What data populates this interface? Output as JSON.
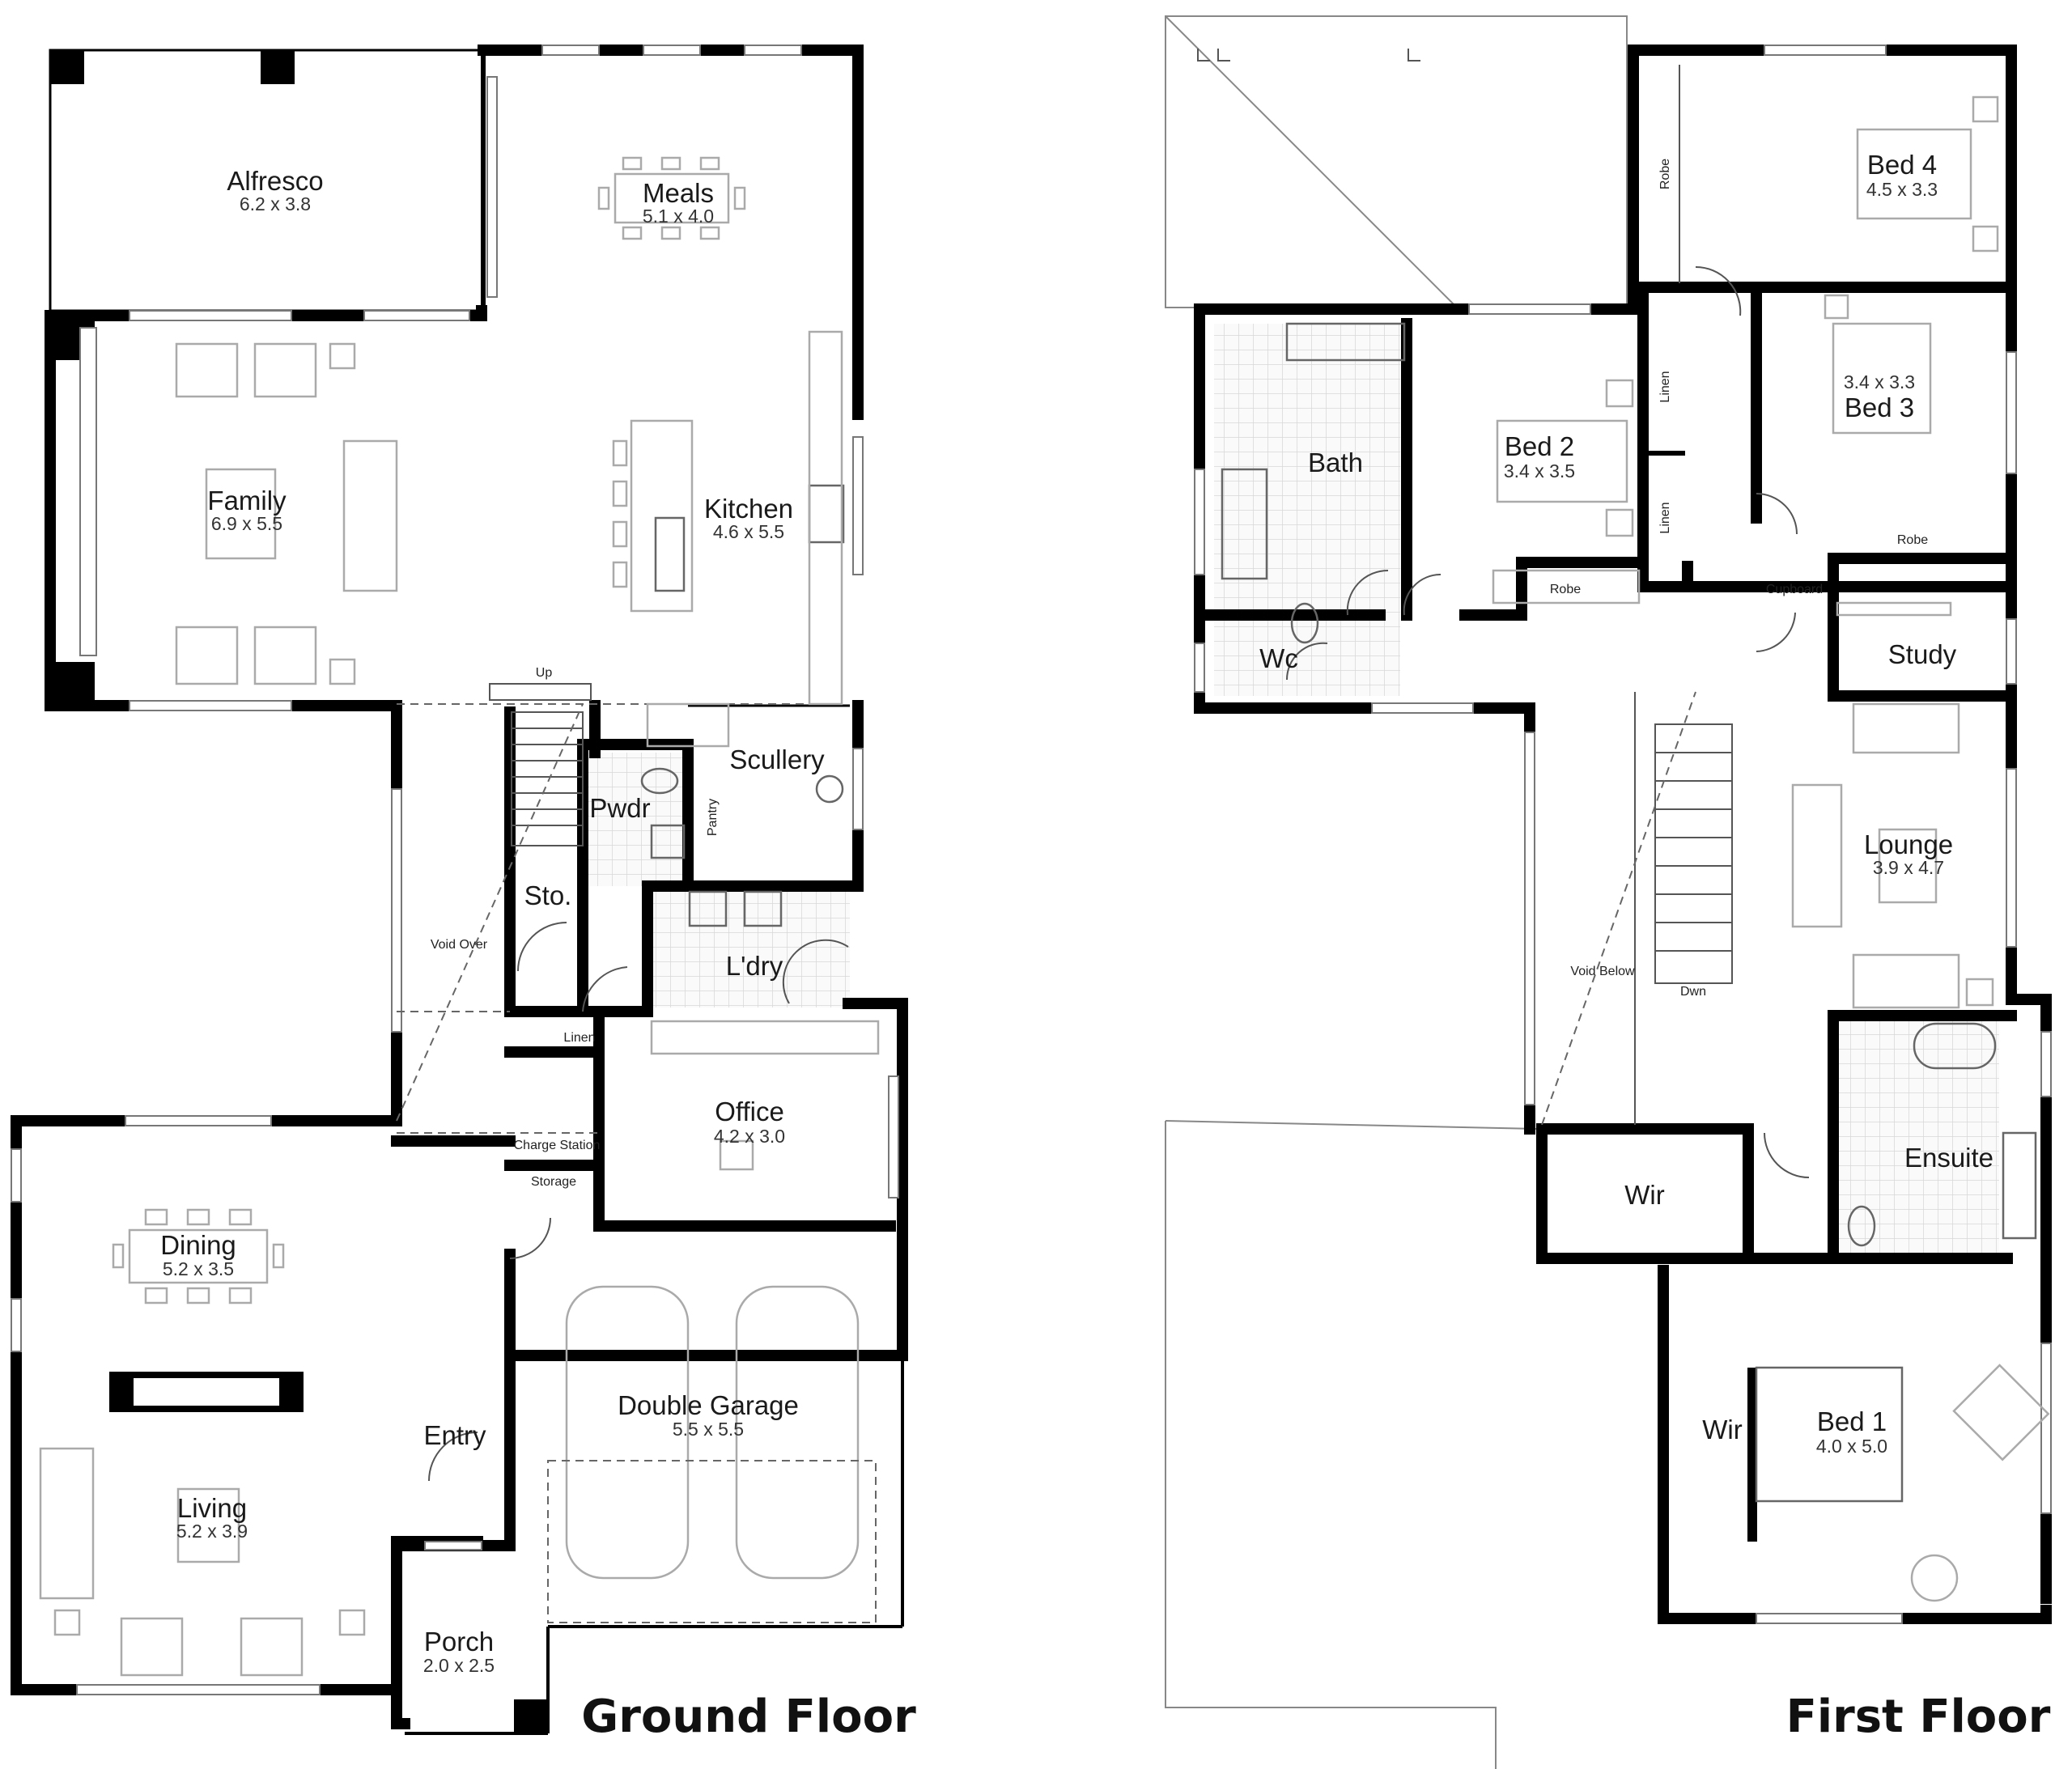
{
  "ground_floor": {
    "title": "Ground Floor",
    "rooms": [
      {
        "id": "alfresco",
        "name": "Alfresco",
        "size": "6.2 x 3.8"
      },
      {
        "id": "meals",
        "name": "Meals",
        "size": "5.1 x 4.0"
      },
      {
        "id": "family",
        "name": "Family",
        "size": "6.9 x 5.5"
      },
      {
        "id": "kitchen",
        "name": "Kitchen",
        "size": "4.6 x 5.5"
      },
      {
        "id": "scullery",
        "name": "Scullery",
        "size": ""
      },
      {
        "id": "pwdr",
        "name": "Pwdr",
        "size": ""
      },
      {
        "id": "sto",
        "name": "Sto.",
        "size": ""
      },
      {
        "id": "ldry",
        "name": "L'dry",
        "size": ""
      },
      {
        "id": "office",
        "name": "Office",
        "size": "4.2 x 3.0"
      },
      {
        "id": "dining",
        "name": "Dining",
        "size": "5.2 x 3.5"
      },
      {
        "id": "living",
        "name": "Living",
        "size": "5.2 x 3.9"
      },
      {
        "id": "entry",
        "name": "Entry",
        "size": ""
      },
      {
        "id": "garage",
        "name": "Double Garage",
        "size": "5.5 x 5.5"
      },
      {
        "id": "porch",
        "name": "Porch",
        "size": "2.0 x 2.5"
      }
    ],
    "labels": {
      "up": "Up",
      "void_over": "Void Over",
      "pantry": "Pantry",
      "linen": "Linen",
      "charge_station": "Charge Station",
      "storage": "Storage"
    }
  },
  "first_floor": {
    "title": "First Floor",
    "rooms": [
      {
        "id": "bed4",
        "name": "Bed 4",
        "size": "4.5 x 3.3"
      },
      {
        "id": "bed3",
        "name": "Bed 3",
        "size": "3.4 x 3.3"
      },
      {
        "id": "bath",
        "name": "Bath",
        "size": ""
      },
      {
        "id": "bed2",
        "name": "Bed 2",
        "size": "3.4 x 3.5"
      },
      {
        "id": "wc",
        "name": "Wc",
        "size": ""
      },
      {
        "id": "study",
        "name": "Study",
        "size": ""
      },
      {
        "id": "lounge",
        "name": "Lounge",
        "size": "3.9 x 4.7"
      },
      {
        "id": "ensuite",
        "name": "Ensuite",
        "size": ""
      },
      {
        "id": "wir_top",
        "name": "Wir",
        "size": ""
      },
      {
        "id": "wir_bed1",
        "name": "Wir",
        "size": ""
      },
      {
        "id": "bed1",
        "name": "Bed 1",
        "size": "4.0 x 5.0"
      }
    ],
    "labels": {
      "robe_bed4": "Robe",
      "linen_1": "Linen",
      "linen_2": "Linen",
      "robe_bed2": "Robe",
      "robe_bed3": "Robe",
      "cupboard": "Cupboard",
      "void_below": "Void Below",
      "dwn": "Dwn"
    }
  }
}
